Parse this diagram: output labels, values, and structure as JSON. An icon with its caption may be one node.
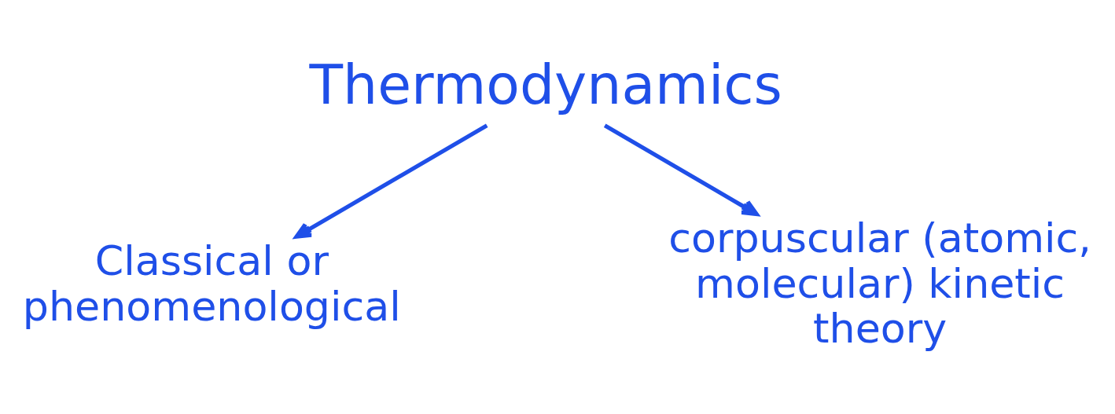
{
  "diagram": {
    "nodes": [
      {
        "text": [
          "Thermodynamics"
        ]
      },
      {
        "text": [
          "Classical or phenomenological"
        ]
      },
      {
        "text": [
          "corpuscular (atomic, molecular) kinetic theory"
        ]
      }
    ],
    "edges": [
      {
        "from": 0,
        "to": 1,
        "arrow": "to"
      },
      {
        "from": 0,
        "to": 2,
        "arrow": "to"
      }
    ]
  }
}
